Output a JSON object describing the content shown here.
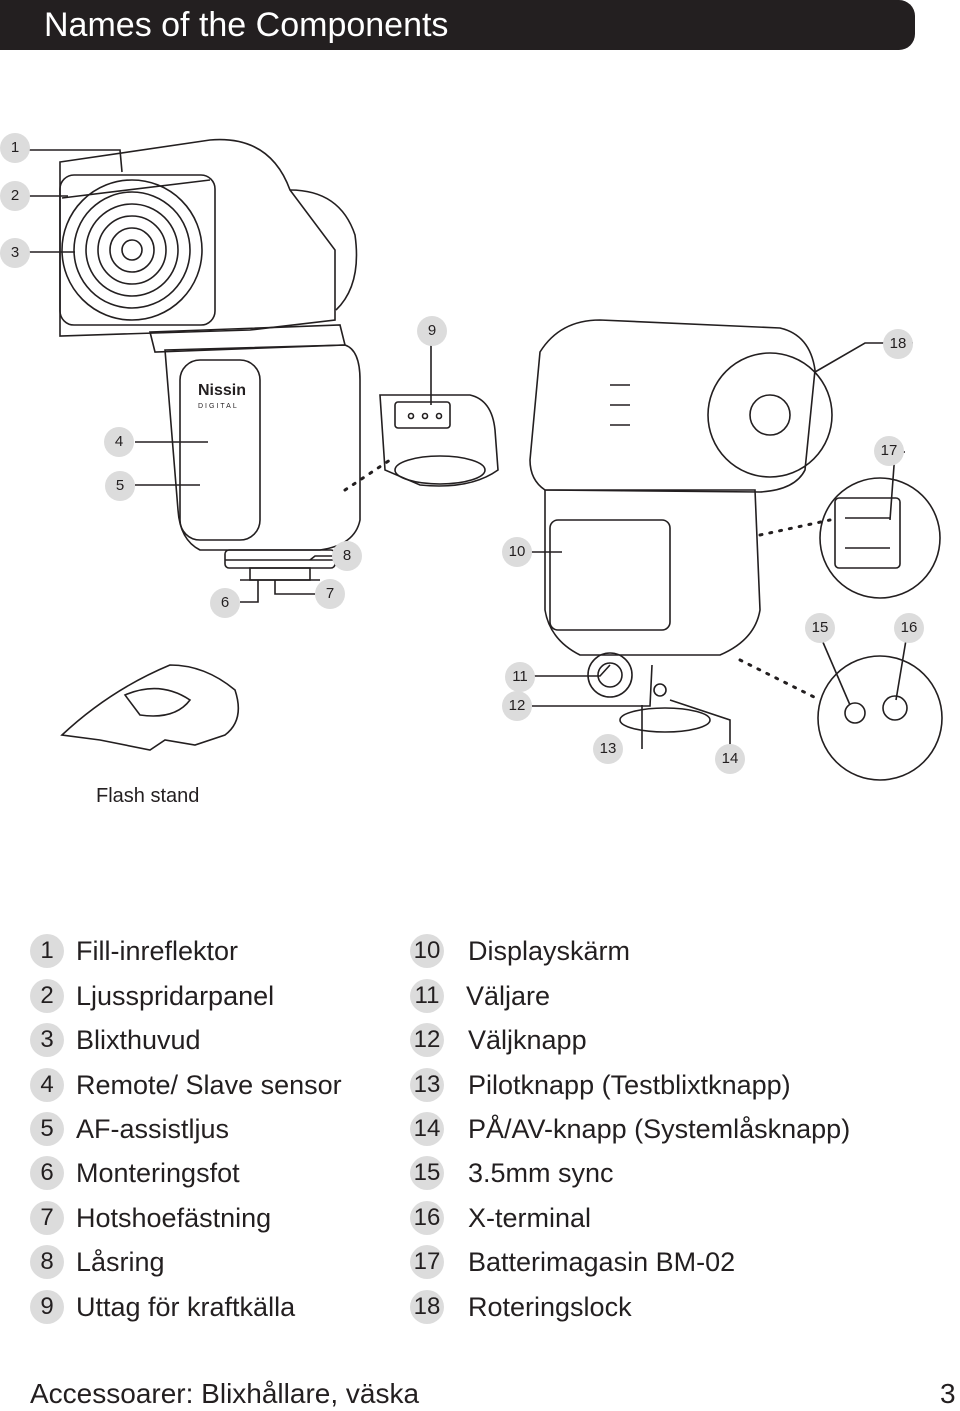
{
  "header": {
    "title": "Names of the Components"
  },
  "callouts": [
    "1",
    "2",
    "3",
    "4",
    "5",
    "6",
    "7",
    "8",
    "9",
    "10",
    "11",
    "12",
    "13",
    "14",
    "15",
    "16",
    "17",
    "18"
  ],
  "diagram": {
    "stand_caption": "Flash stand",
    "flash_logo": "Nissin",
    "flash_logo_sub": "DIGITAL"
  },
  "legend": {
    "left": [
      {
        "num": "1",
        "label": "Fill-inreflektor"
      },
      {
        "num": "2",
        "label": "Ljusspridarpanel"
      },
      {
        "num": "3",
        "label": "Blixthuvud"
      },
      {
        "num": "4",
        "label": "Remote/ Slave sensor"
      },
      {
        "num": "5",
        "label": "AF-assistljus"
      },
      {
        "num": "6",
        "label": "Monteringsfot"
      },
      {
        "num": "7",
        "label": "Hotshoefästning"
      },
      {
        "num": "8",
        "label": "Låsring"
      },
      {
        "num": "9",
        "label": "Uttag för kraftkälla"
      }
    ],
    "right": [
      {
        "num": "10",
        "label": "Displayskärm"
      },
      {
        "num": "11",
        "label": "Väljare"
      },
      {
        "num": "12",
        "label": "Väljknapp"
      },
      {
        "num": "13",
        "label": "Pilotknapp (Testblixtknapp)"
      },
      {
        "num": "14",
        "label": "PÅ/AV-knapp (Systemlåsknapp)"
      },
      {
        "num": "15",
        "label": "3.5mm sync"
      },
      {
        "num": "16",
        "label": "X-terminal"
      },
      {
        "num": "17",
        "label": "Batterimagasin BM-02"
      },
      {
        "num": "18",
        "label": "Roteringslock"
      }
    ]
  },
  "footer": {
    "accessories": "Accessoarer: Blixhållare, väska",
    "page_number": "3"
  }
}
